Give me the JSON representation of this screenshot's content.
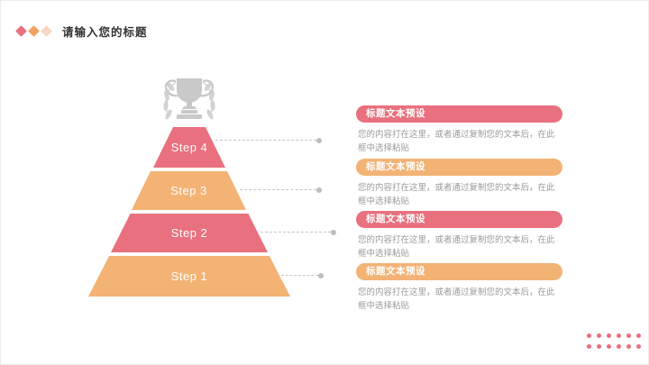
{
  "slide": {
    "title": "请输入您的标题"
  },
  "pyramid": {
    "steps": [
      {
        "label": "Step 4",
        "color": "#E9707E"
      },
      {
        "label": "Step 3",
        "color": "#F3B375"
      },
      {
        "label": "Step 2",
        "color": "#E9707E"
      },
      {
        "label": "Step 1",
        "color": "#F3B375"
      }
    ]
  },
  "blocks": [
    {
      "title": "标题文本预设",
      "body": "您的内容打在这里，或者通过复制您的文本后，在此框中选择粘贴",
      "color": "#E9707E"
    },
    {
      "title": "标题文本预设",
      "body": "您的内容打在这里，或者通过复制您的文本后，在此框中选择粘贴",
      "color": "#F3B375"
    },
    {
      "title": "标题文本预设",
      "body": "您的内容打在这里，或者通过复制您的文本后，在此框中选择粘贴",
      "color": "#E9707E"
    },
    {
      "title": "标题文本预设",
      "body": "您的内容打在这里，或者通过复制您的文本后，在此框中选择粘贴",
      "color": "#F3B375"
    }
  ],
  "icons": {
    "trophy": "trophy-with-laurel-icon",
    "header_marks": "three-diamond-icons",
    "footer_marks": "pink-dot-grid"
  },
  "colors": {
    "pink": "#E9707E",
    "orange": "#F3B375",
    "pale_peach": "#F8D8C4",
    "icon_gray": "#C9C9C9",
    "body_text": "#9A9A9A"
  }
}
